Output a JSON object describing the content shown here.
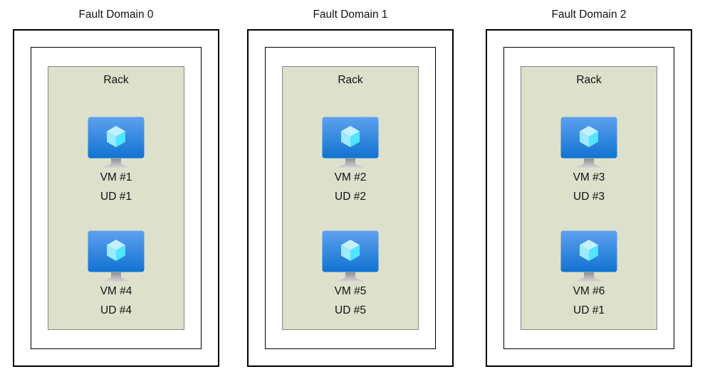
{
  "diagram": {
    "fault_domains": [
      {
        "title": "Fault Domain 0",
        "rack_label": "Rack",
        "vms": [
          {
            "vm_label": "VM #1",
            "ud_label": "UD #1"
          },
          {
            "vm_label": "VM #4",
            "ud_label": "UD #4"
          }
        ]
      },
      {
        "title": "Fault Domain 1",
        "rack_label": "Rack",
        "vms": [
          {
            "vm_label": "VM #2",
            "ud_label": "UD #2"
          },
          {
            "vm_label": "VM #5",
            "ud_label": "UD #5"
          }
        ]
      },
      {
        "title": "Fault Domain 2",
        "rack_label": "Rack",
        "vms": [
          {
            "vm_label": "VM #3",
            "ud_label": "UD #3"
          },
          {
            "vm_label": "VM #6",
            "ud_label": "UD #1"
          }
        ]
      }
    ],
    "icons": [
      {
        "name": "vm-monitor-cube-icon",
        "meaning": "Azure virtual machine"
      }
    ],
    "colors": {
      "rack-fill": "#dde1cc",
      "rack-border": "#848484",
      "box-border": "#000000",
      "monitor-top": "#5ea0ef",
      "monitor-bottom": "#1173d1",
      "cube-top": "#c3f1ff",
      "cube-left": "#9cebff",
      "cube-right": "#50e6ff",
      "stand-top": "#8f8f8f",
      "stand-bottom": "#d6d6d6"
    }
  }
}
